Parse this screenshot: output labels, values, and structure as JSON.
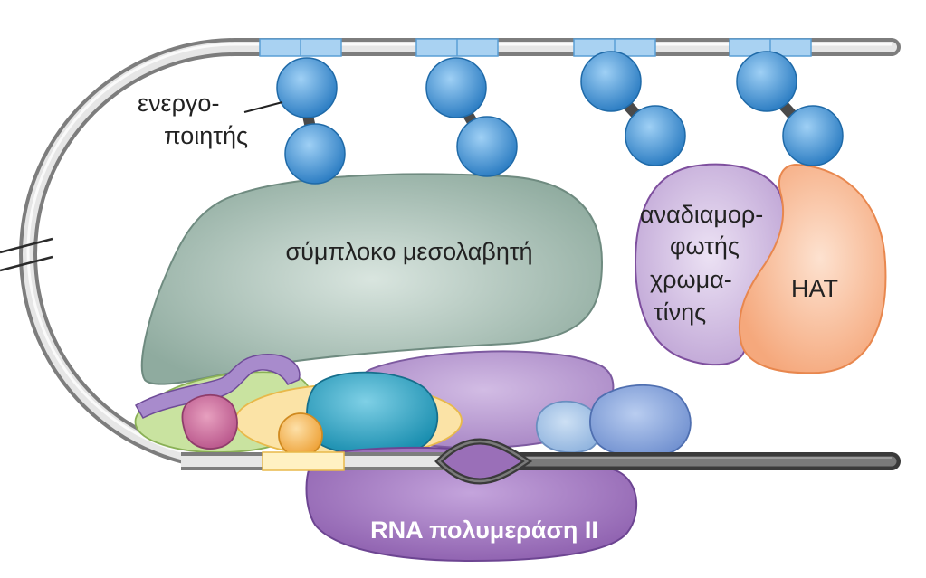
{
  "labels": {
    "activator_line1": "ενεργο-",
    "activator_line2": "ποιητής",
    "mediator": "σύμπλοκο μεσολαβητή",
    "remodeler_line1": "αναδιαμορ-",
    "remodeler_line2": "φωτής",
    "remodeler_line3": "χρωμα-",
    "remodeler_line4": "τίνης",
    "hat": "HAT",
    "polymerase": "RNA πολυμεράση II"
  },
  "colors": {
    "dna_gray": "#c8c8c8",
    "dna_dark": "#5a5a5a",
    "activator_blue": "#3a8fd6",
    "binding_site_blue": "#a9d2f2",
    "mediator_green": "#9fb8ad",
    "remodeler_purple": "#c9b3dc",
    "hat_orange": "#f7b48c",
    "polymerase_purple": "#9a6fb8"
  }
}
